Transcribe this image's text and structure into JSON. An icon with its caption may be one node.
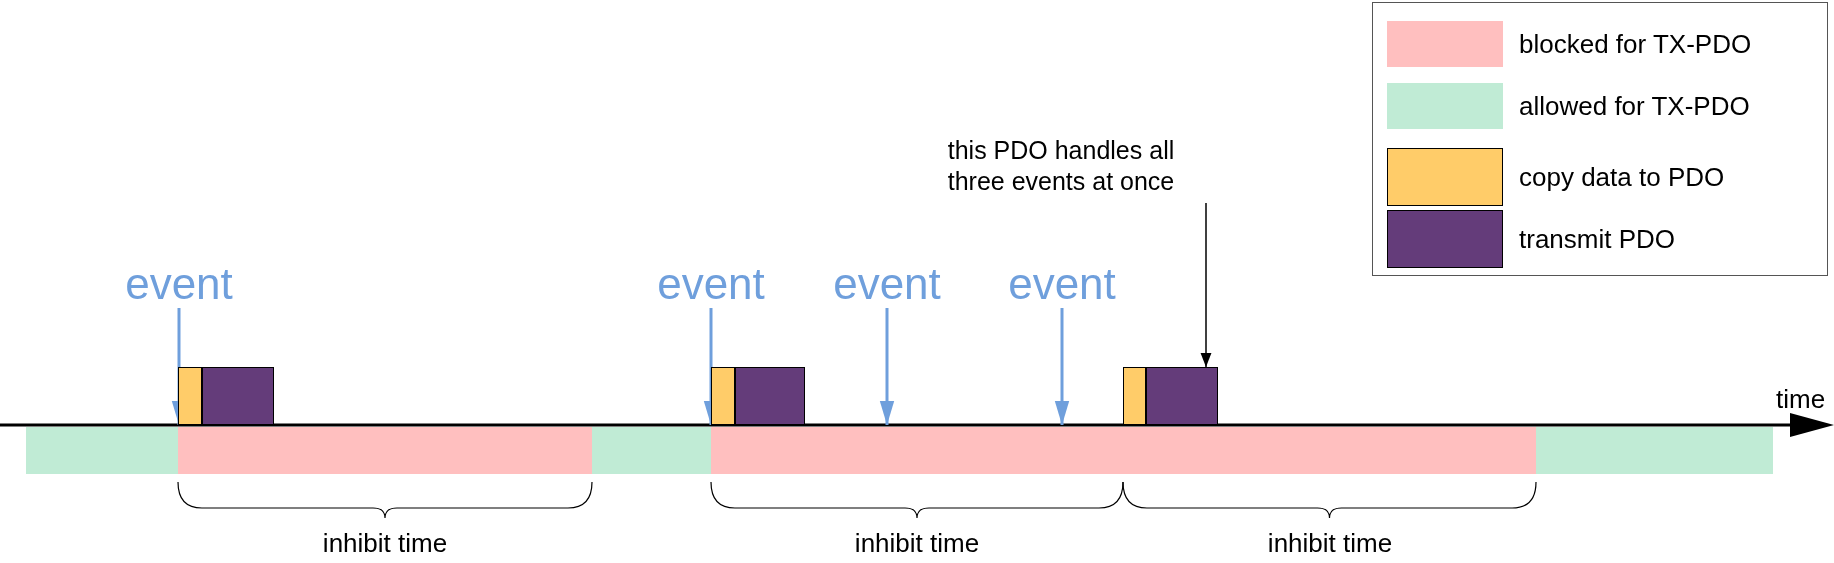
{
  "diagram": {
    "nodes": [
      {
        "text": [
          "this PDO handles all three events at once"
        ]
      },
      {
        "text": [
          "event"
        ]
      },
      {
        "text": [
          "event"
        ]
      },
      {
        "text": [
          "event"
        ]
      },
      {
        "text": [
          "event"
        ]
      },
      {
        "text": [],
        "shape": "box"
      },
      {
        "text": [],
        "shape": "box"
      },
      {
        "text": [],
        "shape": "box"
      },
      {
        "text": [],
        "shape": "box"
      },
      {
        "text": [],
        "shape": "box"
      },
      {
        "text": [],
        "shape": "box"
      },
      {
        "text": [],
        "shape": "bar"
      },
      {
        "text": [],
        "shape": "bar"
      },
      {
        "text": [],
        "shape": "bar"
      },
      {
        "text": [],
        "shape": "bar"
      },
      {
        "text": [],
        "shape": "bar"
      },
      {
        "text": [],
        "shape": "bar"
      }
    ],
    "edges": [
      {
        "from": 1,
        "to": 12,
        "arrow": "to"
      },
      {
        "from": 2,
        "to": 14,
        "arrow": "to"
      },
      {
        "from": 3,
        "to": 14,
        "arrow": "to"
      },
      {
        "from": 4,
        "to": 14,
        "arrow": "to"
      },
      {
        "from": 0,
        "to": 10,
        "arrow": "to",
        "color": "#000000"
      }
    ],
    "labels": [
      "time",
      "inhibit time",
      "inhibit time",
      "inhibit time"
    ],
    "legend": [
      {
        "text": "blocked for TX-PDO",
        "color": "#ffbfbf"
      },
      {
        "text": "allowed for TX-PDO",
        "color": "#c0ebd5"
      },
      {
        "text": "copy data to PDO",
        "color": "#ffcc69"
      },
      {
        "text": "transmit PDO",
        "color": "#643c7a"
      }
    ]
  }
}
